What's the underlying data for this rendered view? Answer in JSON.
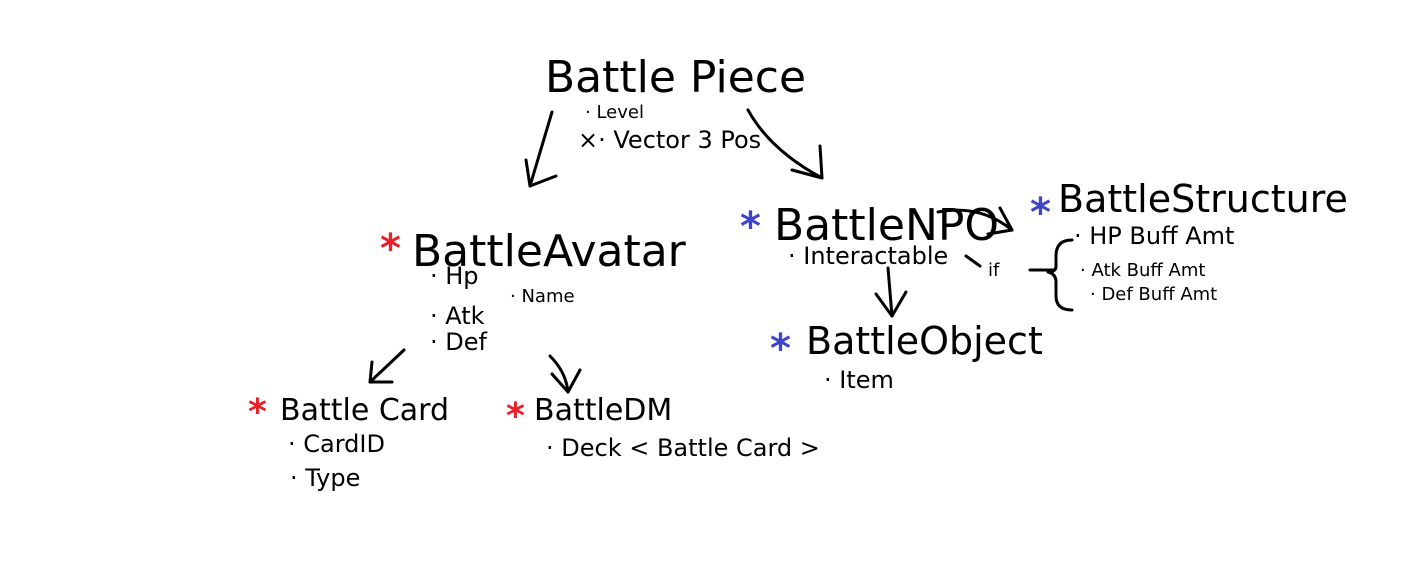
{
  "colors": {
    "ink": "#000000",
    "red_star": "#e8202a",
    "blue_star": "#3c44cc"
  },
  "star_glyph": "*",
  "nodes": {
    "battle_piece": {
      "title": "Battle Piece",
      "attrs": [
        "· Level",
        "×· Vector 3 Pos"
      ]
    },
    "battle_avatar": {
      "title": "BattleAvatar",
      "attrs": [
        "· Hp",
        "· Atk",
        "· Def",
        "· Name"
      ],
      "star": "red"
    },
    "battle_npo": {
      "title": "BattleNPO",
      "attrs": [
        "· Interactable"
      ],
      "star": "blue"
    },
    "battle_structure": {
      "title": "BattleStructure",
      "attrs": [
        "· HP Buff Amt",
        "· Atk Buff Amt",
        "· Def Buff Amt"
      ],
      "star": "blue"
    },
    "battle_object": {
      "title": "BattleObject",
      "attrs": [
        "· Item"
      ],
      "star": "blue"
    },
    "battle_card": {
      "title": "Battle Card",
      "attrs": [
        "· CardID",
        "· Type"
      ],
      "star": "red"
    },
    "battle_dm": {
      "title": "BattleDM",
      "attrs": [
        "· Deck < Battle Card >"
      ],
      "star": "red"
    }
  },
  "edge_labels": {
    "if": "if"
  }
}
